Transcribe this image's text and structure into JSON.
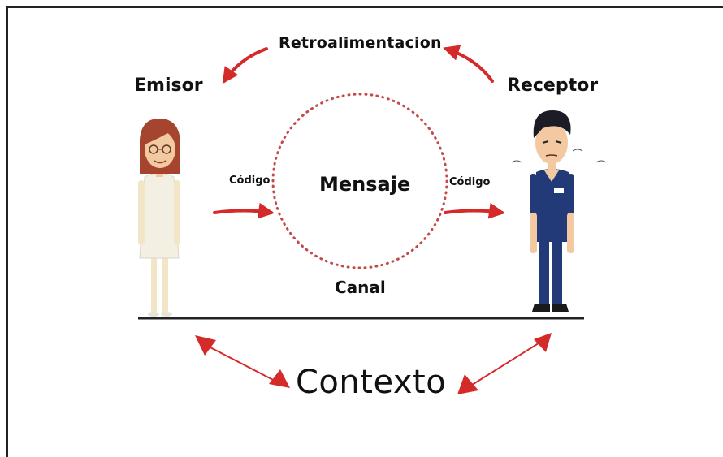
{
  "labels": {
    "feedback": "Retroalimentacion",
    "sender": "Emisor",
    "receiver": "Receptor",
    "message": "Mensaje",
    "code_left": "Código",
    "code_right": "Código",
    "channel": "Canal",
    "context": "Contexto"
  },
  "colors": {
    "arrow": "#d42a2a",
    "dots": "#c44a4a",
    "ground": "#222222",
    "nurse_dress": "#f3efe2",
    "nurse_hair": "#a5452f",
    "doctor_uniform": "#223a78",
    "doctor_hair": "#1c1c26",
    "skin": "#f2c9a0"
  },
  "figures": {
    "sender": "female-nurse-figure",
    "receiver": "male-doctor-figure"
  }
}
